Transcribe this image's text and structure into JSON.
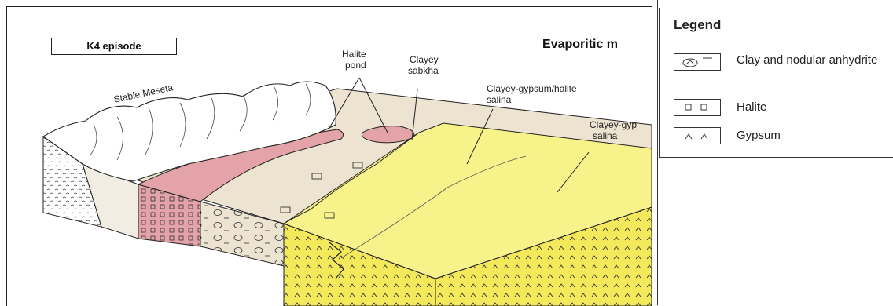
{
  "episode_label": "K4 episode",
  "title": "Evaporitic m",
  "labels": {
    "stable_meseta": "Stable Meseta",
    "halite_pond_1": "Halite",
    "halite_pond_2": "pond",
    "clayey_sabkha_1": "Clayey",
    "clayey_sabkha_2": "sabkha",
    "cgh_salina_1": "Clayey-gypsum/halite",
    "cgh_salina_2": "salina",
    "cg_salina_1": "Clayey-gyp",
    "cg_salina_2": "salina"
  },
  "legend": {
    "title": "Legend",
    "items": [
      {
        "label": "Clay and nodular anhydrite",
        "symbol": "clay-nodular-anhydrite-icon"
      },
      {
        "label": "Halite",
        "symbol": "halite-squares-icon"
      },
      {
        "label": "Gypsum",
        "symbol": "gypsum-carets-icon"
      }
    ]
  },
  "colors": {
    "halite_pond": "#e3a3a8",
    "sabkha": "#ece3d0",
    "gypsum_salina": "#f7f28a",
    "gypsum_front": "#f4e95a",
    "outline": "#222222"
  }
}
